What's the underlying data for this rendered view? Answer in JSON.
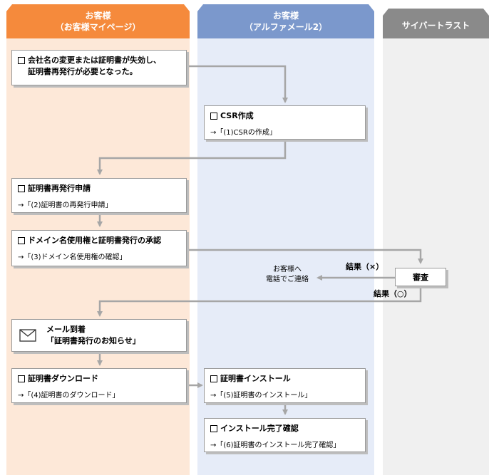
{
  "lanes": {
    "customer_mypage": {
      "line1": "お客様",
      "line2": "（お客様マイページ）"
    },
    "customer_alpha": {
      "line1": "お客様",
      "line2": "（アルファメール2）"
    },
    "cybertrust": {
      "line1": "サイバートラスト"
    }
  },
  "steps": {
    "start": {
      "title": "会社名の変更または証明書が失効し、\n証明書再発行が必要となった。"
    },
    "csr": {
      "title": "CSR作成",
      "ref": "→「(1)CSRの作成」"
    },
    "reissue": {
      "title": "証明書再発行申請",
      "ref": "→「(2)証明書の再発行申請」"
    },
    "domain": {
      "title": "ドメイン名使用権と証明書発行の承認",
      "ref": "→「(3)ドメイン名使用権の確認」"
    },
    "review": {
      "title": "審査"
    },
    "mail": {
      "title": "メール到着",
      "subtitle": "「証明書発行のお知らせ」"
    },
    "download": {
      "title": "証明書ダウンロード",
      "ref": "→「(4)証明書のダウンロード」"
    },
    "install": {
      "title": "証明書インストール",
      "ref": "→「(5)証明書のインストール」"
    },
    "install_done": {
      "title": "インストール完了確認",
      "ref": "→「(6)証明書のインストール完了確認」"
    }
  },
  "labels": {
    "result_ng": "結果（×）",
    "result_ok": "結果（○）",
    "phone_note": "お客様へ\n電話でご連絡"
  },
  "colors": {
    "lane1_header": "#f58a3c",
    "lane1_bg": "#fde8d8",
    "lane2_header": "#7b98cc",
    "lane2_bg": "#e6ecf8",
    "lane3_header": "#8a8a8a",
    "lane3_bg": "#f0f0f0",
    "arrow": "#a6a6a6"
  }
}
